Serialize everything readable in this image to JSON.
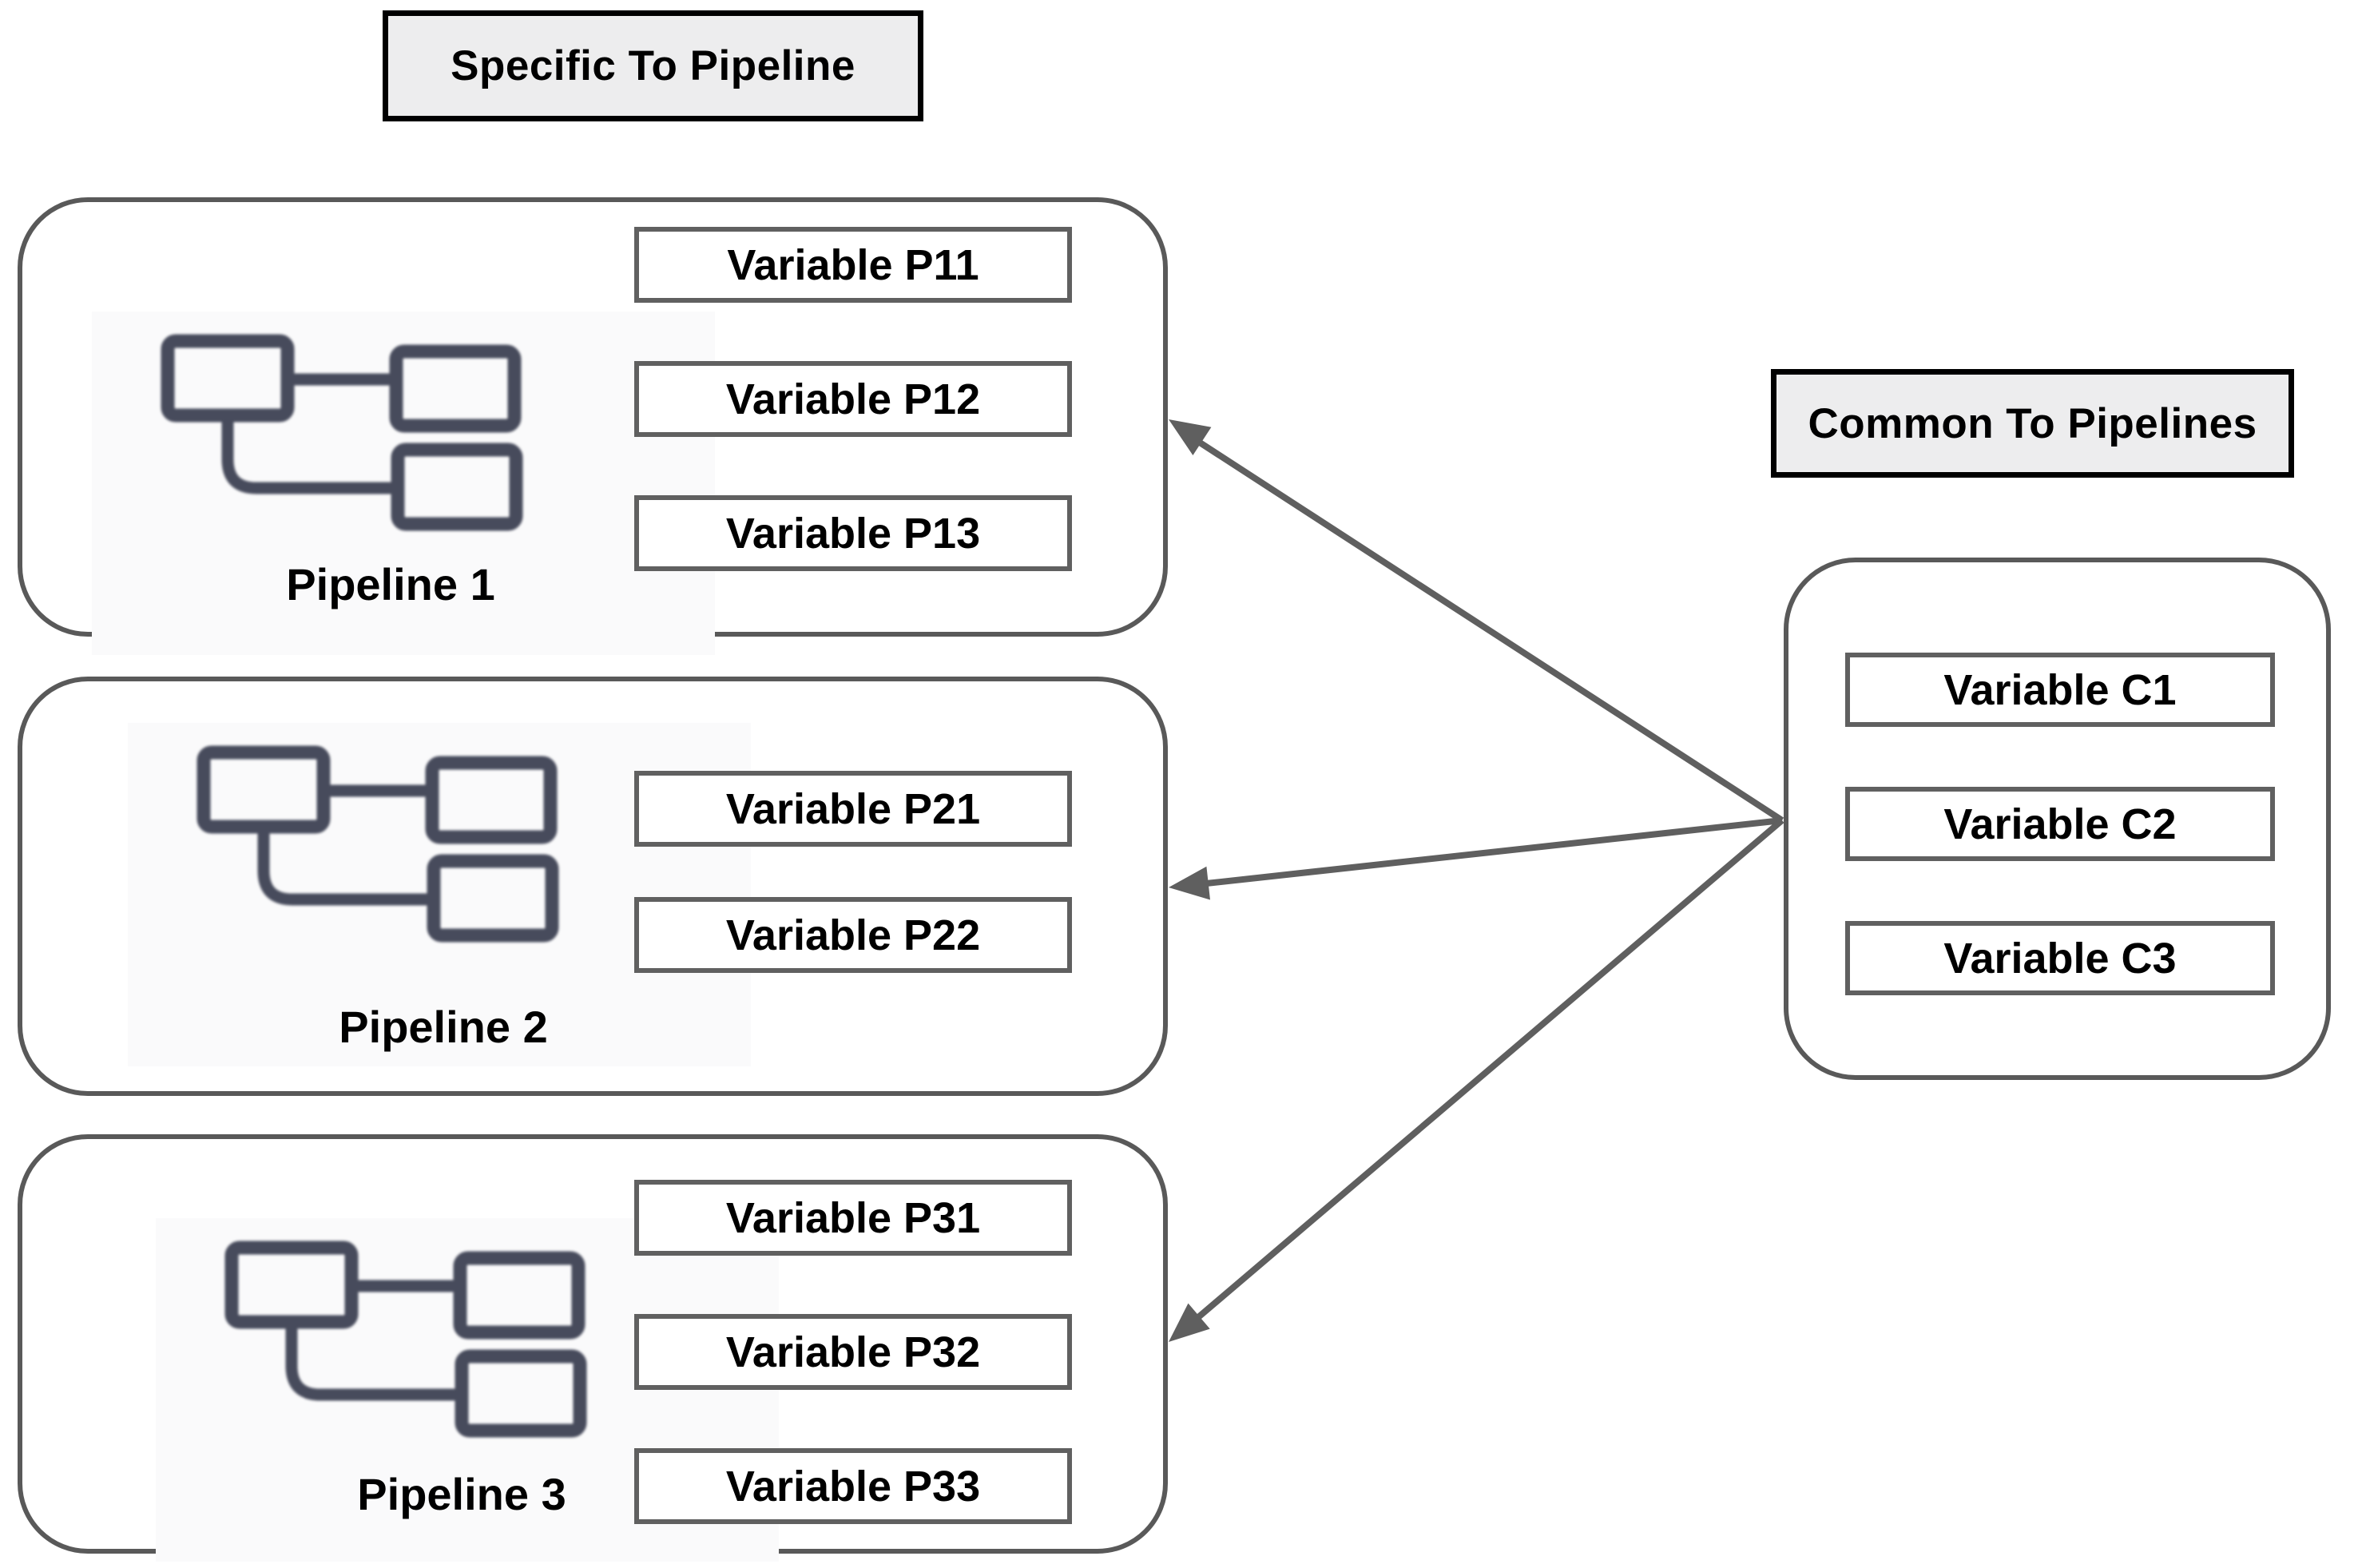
{
  "left_title": "Specific To Pipeline",
  "right_title": "Common To Pipelines",
  "pipelines": [
    {
      "label": "Pipeline 1",
      "variables": [
        "Variable P11",
        "Variable P12",
        "Variable P13"
      ]
    },
    {
      "label": "Pipeline 2",
      "variables": [
        "Variable P21",
        "Variable P22"
      ]
    },
    {
      "label": "Pipeline 3",
      "variables": [
        "Variable P31",
        "Variable P32",
        "Variable P33"
      ]
    }
  ],
  "common": {
    "variables": [
      "Variable C1",
      "Variable C2",
      "Variable C3"
    ]
  },
  "colors": {
    "title_fill": "#ededee",
    "title_border": "#000000",
    "box_border": "#595959",
    "variable_border": "#606060",
    "arrow": "#5f5f5f",
    "icon": "#474b5c"
  },
  "icon_name": "workflow-pipeline-icon"
}
